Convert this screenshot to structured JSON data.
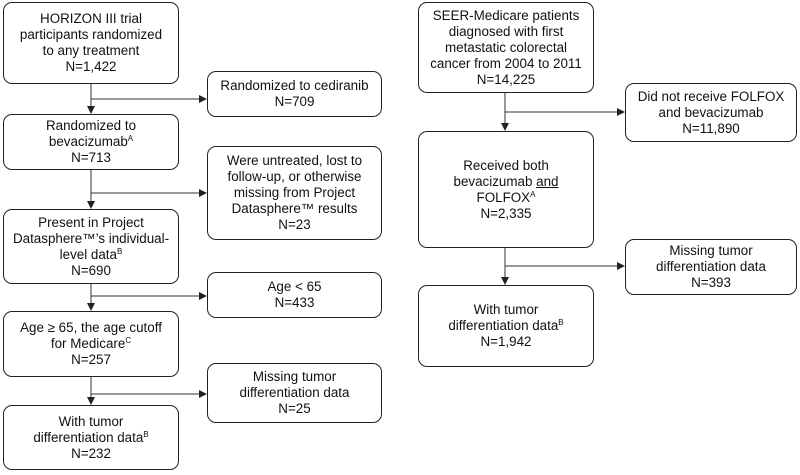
{
  "left_flow": {
    "horizon": {
      "lines": [
        "HORIZON III trial",
        "participants randomized",
        "to any treatment",
        "N=1,422"
      ]
    },
    "cediranib": {
      "lines": [
        "Randomized to cediranib",
        "N=709"
      ]
    },
    "bevacizumab": {
      "line1": "Randomized to",
      "line2": "bevacizumab",
      "line2_sup": "A",
      "count": "N=713"
    },
    "untreated": {
      "lines": [
        "Were untreated, lost to",
        "follow-up, or otherwise",
        "missing from Project",
        "Datasphere™ results",
        "N=23"
      ]
    },
    "present": {
      "line1": "Present in Project",
      "line2": "Datasphere™’s individual-",
      "line3": "level data",
      "line3_sup": "B",
      "count": "N=690"
    },
    "age_under": {
      "lines": [
        "Age < 65",
        "N=433"
      ]
    },
    "age_over": {
      "line1": "Age ≥ 65, the age cutoff",
      "line2": "for Medicare",
      "line2_sup": "C",
      "count": "N=257"
    },
    "missing": {
      "lines": [
        "Missing tumor",
        "differentiation data",
        "N=25"
      ]
    },
    "with_diff": {
      "line1": "With tumor",
      "line2": "differentiation data",
      "line2_sup": "B",
      "count": "N=232"
    }
  },
  "right_flow": {
    "seer": {
      "lines": [
        "SEER-Medicare patients",
        "diagnosed with first",
        "metastatic colorectal",
        "cancer from 2004 to 2011",
        "N=14,225"
      ]
    },
    "not_received": {
      "lines": [
        "Did not receive FOLFOX",
        "and bevacizumab",
        "N=11,890"
      ]
    },
    "received": {
      "line1": "Received both",
      "line2a": "bevacizumab ",
      "line2b": "and",
      "line3": "FOLFOX",
      "line3_sup": "A",
      "count": "N=2,335"
    },
    "missing": {
      "lines": [
        "Missing tumor",
        "differentiation data",
        "N=393"
      ]
    },
    "with_diff": {
      "line1": "With tumor",
      "line2": "differentiation data",
      "line2_sup": "B",
      "count": "N=1,942"
    }
  }
}
